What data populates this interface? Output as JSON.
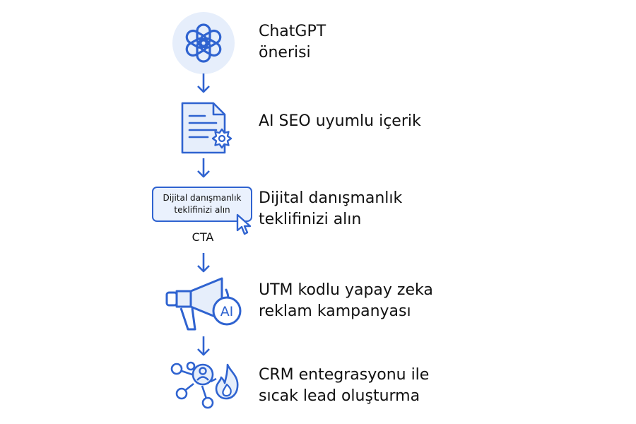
{
  "colors": {
    "accent": "#2f63d0",
    "accent_light": "#e6eefb",
    "text": "#111111"
  },
  "steps": [
    {
      "icon": "chatgpt-logo-icon",
      "lines": [
        "ChatGPT",
        "önerisi"
      ]
    },
    {
      "icon": "document-gear-icon",
      "lines": [
        "AI SEO uyumlu içerik"
      ]
    },
    {
      "icon": "cta-button-cursor-icon",
      "lines": [
        "Dijital danışmanlık",
        "teklifinizi alın"
      ],
      "button_lines": [
        "Dijital danışmanlık",
        "teklifinizi alın"
      ],
      "tag": "CTA"
    },
    {
      "icon": "megaphone-ai-icon",
      "icon_text": "AI",
      "lines": [
        "UTM kodlu yapay zeka",
        "reklam kampanyası"
      ]
    },
    {
      "icon": "network-flame-icon",
      "lines": [
        "CRM entegrasyonu ile",
        "sıcak lead oluşturma"
      ]
    }
  ]
}
